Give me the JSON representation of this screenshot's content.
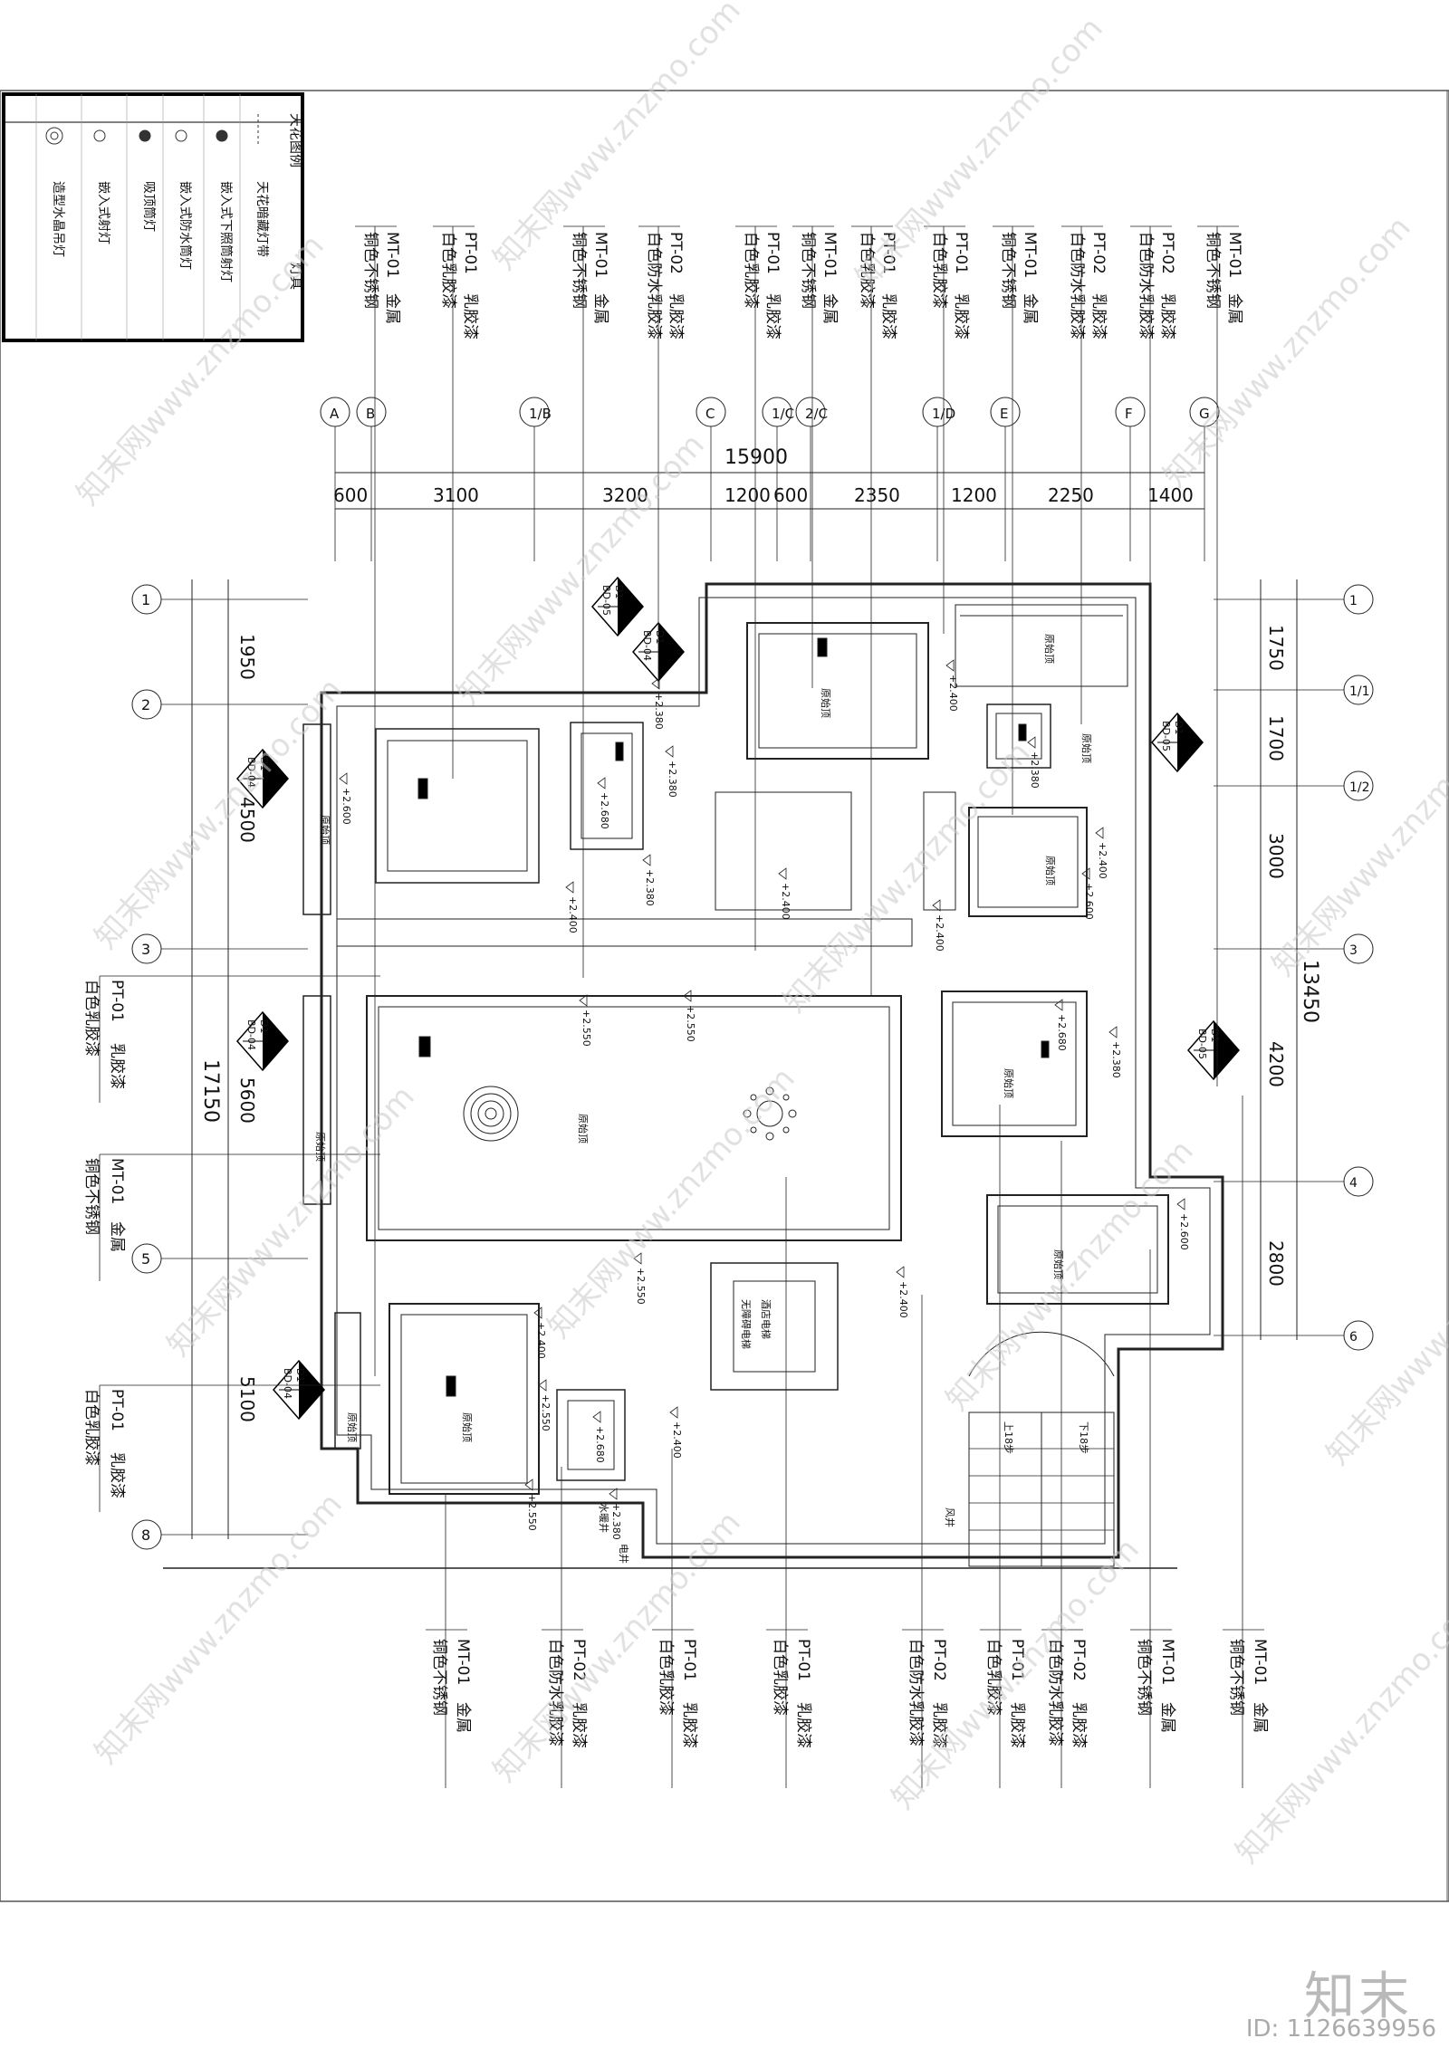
{
  "legend": {
    "title": "天花图例",
    "header": "灯具",
    "items": [
      {
        "icon": "led-strip-icon",
        "label": "天花暗藏灯带"
      },
      {
        "icon": "recessed-downlight-icon",
        "label": "嵌入式下照筒射灯"
      },
      {
        "icon": "recessed-waterproof-light-icon",
        "label": "嵌入式防水筒灯"
      },
      {
        "icon": "pendant-spot-icon",
        "label": "吸顶筒灯"
      },
      {
        "icon": "recessed-spot-icon",
        "label": "嵌入式射灯"
      },
      {
        "icon": "chandelier-icon",
        "label": "造型水晶吊灯"
      }
    ]
  },
  "axes_top": {
    "labels": [
      "A",
      "B",
      "1/B",
      "C",
      "1/C",
      "2/C",
      "1/D",
      "E",
      "F",
      "G"
    ],
    "total": "15900",
    "dims": [
      "600",
      "3100",
      "3200",
      "1200",
      "600",
      "2350",
      "1200",
      "2250",
      "1400"
    ]
  },
  "axes_left": {
    "labels": [
      "1",
      "2",
      "3",
      "5",
      "8"
    ],
    "total": "17150",
    "dims": [
      "1950",
      "4500",
      "5600",
      "5100"
    ]
  },
  "axes_right": {
    "labels": [
      "1",
      "1/1",
      "1/2",
      "3",
      "4",
      "6"
    ],
    "total": "13450",
    "dims": [
      "1750",
      "1700",
      "3000",
      "4200",
      "2800"
    ]
  },
  "callouts_top": [
    {
      "code": "MT-01",
      "material": "金属",
      "desc": "铜色不锈钢"
    },
    {
      "code": "PT-01",
      "material": "乳胶漆",
      "desc": "白色乳胶漆"
    },
    {
      "code": "MT-01",
      "material": "金属",
      "desc": "铜色不锈钢"
    },
    {
      "code": "PT-02",
      "material": "乳胶漆",
      "desc": "白色防水乳胶漆"
    },
    {
      "code": "PT-01",
      "material": "乳胶漆",
      "desc": "白色乳胶漆"
    },
    {
      "code": "MT-01",
      "material": "金属",
      "desc": "铜色不锈钢"
    },
    {
      "code": "PT-01",
      "material": "乳胶漆",
      "desc": "白色乳胶漆"
    },
    {
      "code": "PT-01",
      "material": "乳胶漆",
      "desc": "白色乳胶漆"
    },
    {
      "code": "MT-01",
      "material": "金属",
      "desc": "铜色不锈钢"
    },
    {
      "code": "PT-02",
      "material": "乳胶漆",
      "desc": "白色防水乳胶漆"
    },
    {
      "code": "PT-02",
      "material": "乳胶漆",
      "desc": "白色防水乳胶漆"
    },
    {
      "code": "MT-01",
      "material": "金属",
      "desc": "铜色不锈钢"
    }
  ],
  "callouts_left": [
    {
      "code": "PT-01",
      "material": "乳胶漆",
      "desc": "白色乳胶漆"
    },
    {
      "code": "MT-01",
      "material": "金属",
      "desc": "铜色不锈钢"
    },
    {
      "code": "PT-01",
      "material": "乳胶漆",
      "desc": "白色乳胶漆"
    }
  ],
  "callouts_bottom": [
    {
      "code": "MT-01",
      "material": "金属",
      "desc": "铜色不锈钢"
    },
    {
      "code": "PT-02",
      "material": "乳胶漆",
      "desc": "白色防水乳胶漆"
    },
    {
      "code": "PT-01",
      "material": "乳胶漆",
      "desc": "白色乳胶漆"
    },
    {
      "code": "PT-01",
      "material": "乳胶漆",
      "desc": "白色乳胶漆"
    },
    {
      "code": "PT-02",
      "material": "乳胶漆",
      "desc": "白色防水乳胶漆"
    },
    {
      "code": "PT-01",
      "material": "乳胶漆",
      "desc": "白色乳胶漆"
    },
    {
      "code": "PT-02",
      "material": "乳胶漆",
      "desc": "白色防水乳胶漆"
    },
    {
      "code": "MT-01",
      "material": "金属",
      "desc": "铜色不锈钢"
    },
    {
      "code": "MT-01",
      "material": "金属",
      "desc": "铜色不锈钢"
    }
  ],
  "section_marks": [
    {
      "code": "D1",
      "ref": "BD-05"
    },
    {
      "code": "D1",
      "ref": "BD-04"
    },
    {
      "code": "D1",
      "ref": "BD-04"
    },
    {
      "code": "D1",
      "ref": "BD-04"
    },
    {
      "code": "D1",
      "ref": "BD-04"
    },
    {
      "code": "D1",
      "ref": "BD-05"
    },
    {
      "code": "D1",
      "ref": "BD-05"
    }
  ],
  "room_labels": [
    "原始顶",
    "原始顶",
    "原始顶",
    "原始顶",
    "原始顶",
    "原始顶",
    "原始顶",
    "原始顶",
    "原始顶",
    "原始顶",
    "原始顶"
  ],
  "special_labels": [
    "酒店电梯",
    "无障碍电梯",
    "水暖井",
    "电井",
    "上18步",
    "下18步",
    "风井"
  ],
  "levels": [
    "+2.400",
    "+2.550",
    "+2.600",
    "+2.680",
    "+2.380"
  ],
  "watermark": "知末网www.znzmo.com",
  "brand": "知末",
  "brand_id": "ID: 1126639956"
}
